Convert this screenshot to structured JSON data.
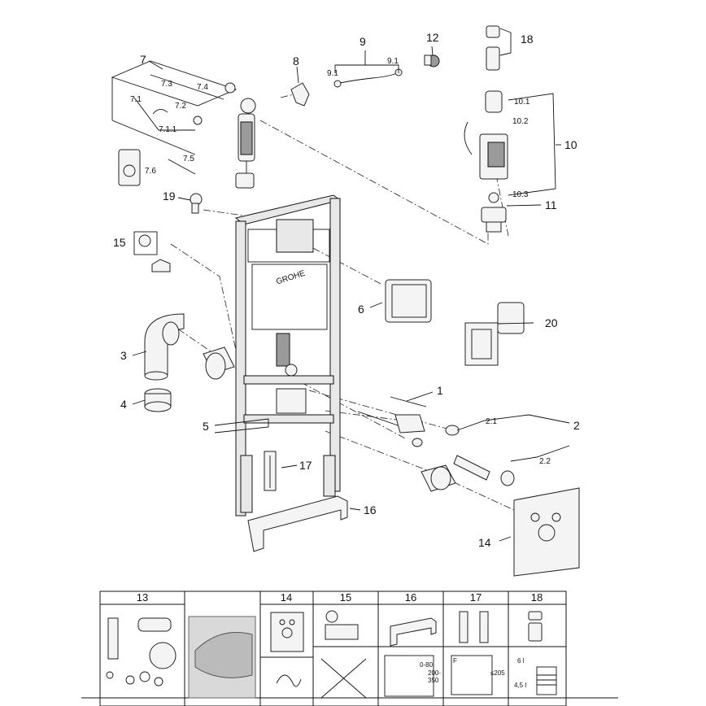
{
  "callouts": {
    "c1": "1",
    "c2": "2",
    "c2_1": "2.1",
    "c2_2": "2.2",
    "c3": "3",
    "c4": "4",
    "c5": "5",
    "c6": "6",
    "c7": "7",
    "c7_1": "7.1",
    "c7_1_1": "7.1.1",
    "c7_2": "7.2",
    "c7_3": "7.3",
    "c7_4": "7.4",
    "c7_5": "7.5",
    "c7_6": "7.6",
    "c8": "8",
    "c9": "9",
    "c9_1a": "9.1",
    "c9_1b": "9.1",
    "c10": "10",
    "c10_1": "10.1",
    "c10_2": "10.2",
    "c10_3": "10.3",
    "c11": "11",
    "c12": "12",
    "c14": "14",
    "c15": "15",
    "c16": "16",
    "c17": "17",
    "c18": "18",
    "c19": "19",
    "c20": "20"
  },
  "brand": "GROHE",
  "table": {
    "headers": [
      "13",
      "",
      "14",
      "15",
      "16",
      "17",
      "18"
    ],
    "dim16a": "0-80",
    "dim16b": "200-",
    "dim16c": "350",
    "dim17": "≤205",
    "dim17b": "F",
    "vol18a": "6 l",
    "vol18b": "4,5 l"
  }
}
